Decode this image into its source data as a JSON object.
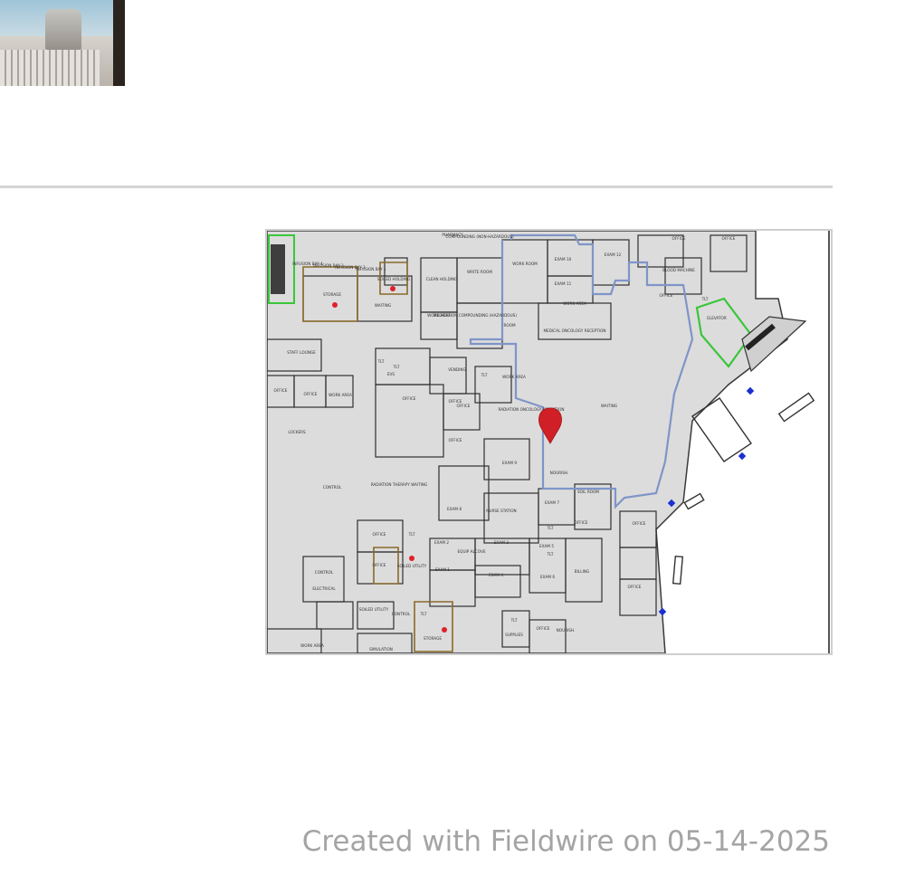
{
  "photo": {
    "icon": "site-photo-thumbnail"
  },
  "floor_plan": {
    "rooms": [
      "PHARMACY",
      "COMPOUNDING (NON-HAZARDOUS)",
      "OFFICE",
      "OFFICE",
      "INFUSION BAY 4",
      "INFUSION BAY 3",
      "INFUSION BAY 2",
      "INFUSION BAY 1",
      "SOILED HOLDING",
      "STORAGE",
      "WAITING",
      "CLEAN HOLDING",
      "WRITE ROOM",
      "WORK ROOM",
      "EXAM 10",
      "EXAM 12",
      "BLOOD MACHINE",
      "EXAM 11",
      "OFFICE",
      "TLT",
      "ELEVATOR",
      "WORK AREA",
      "MEDICATION COMPOUNDING (HAZARDOUS)",
      "ROOM",
      "WORK AREA",
      "MEDICAL ONCOLOGY RECEPTION",
      "STAFF LOUNGE",
      "EVS",
      "TLT",
      "TLT",
      "VENDING",
      "TLT",
      "WORK AREA",
      "OFFICE",
      "OFFICE",
      "OFFICE",
      "WORK AREA",
      "OFFICE",
      "OFFICE",
      "RADIATION ONCOLOGY RECEPTION",
      "WAITING",
      "LOCKERS",
      "OFFICE",
      "EXAM 9",
      "CONTROL",
      "RADIATION THERAPY WAITING",
      "NOURISH.",
      "SOIL ROOM",
      "EXAM 8",
      "NURSE STATION",
      "EXAM 7",
      "TLT",
      "OFFICE",
      "OFFICE",
      "OFFICE",
      "TLT",
      "EXAM 2",
      "EQUIP ALCOVE",
      "EXAM 3",
      "EXAM 5",
      "TLT",
      "OFFICE",
      "SOILED UTILITY",
      "EXAM 1",
      "EXAM 4",
      "EXAM 6",
      "BILLING",
      "OFFICE",
      "CONTROL",
      "ELECTRICAL",
      "SOILED UTILITY",
      "CONTROL",
      "TLT",
      "TLT",
      "OFFICE",
      "NOURISH.",
      "SUPPLIES",
      "STORAGE",
      "WORK AREA",
      "SIMULATION"
    ],
    "route_color": "#7f95c8",
    "stair_color": "#39c63a",
    "storage_outline_color": "#8a6a2a",
    "pin_color": "#d01f26",
    "dot_color": "#e0202a",
    "marker_color": "#1c2fd0"
  },
  "footer": {
    "text": "Created with Fieldwire on 05-14-2025"
  }
}
